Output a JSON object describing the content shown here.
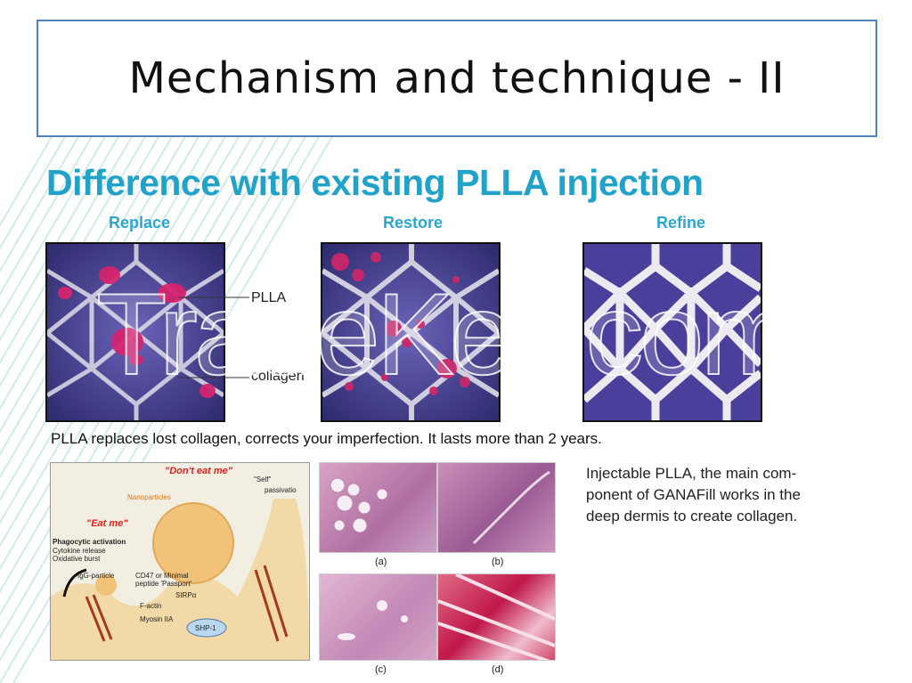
{
  "slide": {
    "title": "Mechanism and technique - II",
    "heading": "Difference with existing PLLA injection",
    "columns": [
      "Replace",
      "Restore",
      "Refine"
    ],
    "labels": {
      "plla": "PLLA",
      "collagen": "collagen"
    },
    "caption": "PLLA  replaces lost collagen, corrects your imperfection. It lasts  more than 2 years.",
    "side_text": [
      "Injectable PLLA, the main com-",
      "ponent of GANAFill works in the",
      "deep dermis to create collagen."
    ],
    "micro_labels": [
      "(a)",
      "(b)",
      "(c)",
      "(d)"
    ],
    "watermark": "TradeKey.com"
  },
  "diagram": {
    "dont_eat_me": "\"Don't eat me\"",
    "eat_me": "\"Eat me\"",
    "self": "\"Self\"",
    "passivation": "passivatio",
    "nanoparticles": "Nanoparticles",
    "phagocytic": "Phagocytic activation",
    "cytokine": "Cytokine release",
    "oxidative": "Oxidative burst",
    "igg": "IgG-particle",
    "cd47_1": "CD47 or Minimal",
    "cd47_2": "peptide 'Passport'",
    "sirpa": "SIRPα",
    "factin": "F-actin",
    "myosin": "Myosin IIA",
    "shp1": "SHP-1"
  },
  "colors": {
    "accent": "#21a3c9",
    "title_border": "#4f81bd",
    "stripe": "#cdebe5"
  }
}
